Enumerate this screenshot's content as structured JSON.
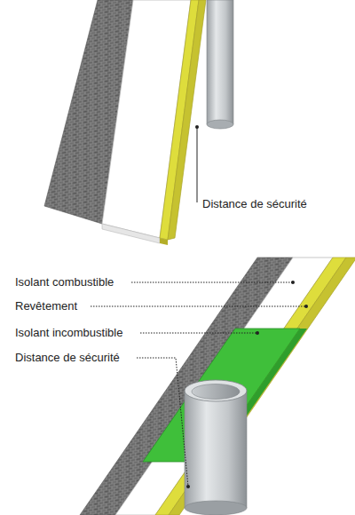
{
  "diagram": {
    "labels": [
      "Distance de sécurité",
      "Isolant combustible",
      "Revêtement",
      "Isolant incombustible",
      "Distance de sécurité"
    ]
  }
}
